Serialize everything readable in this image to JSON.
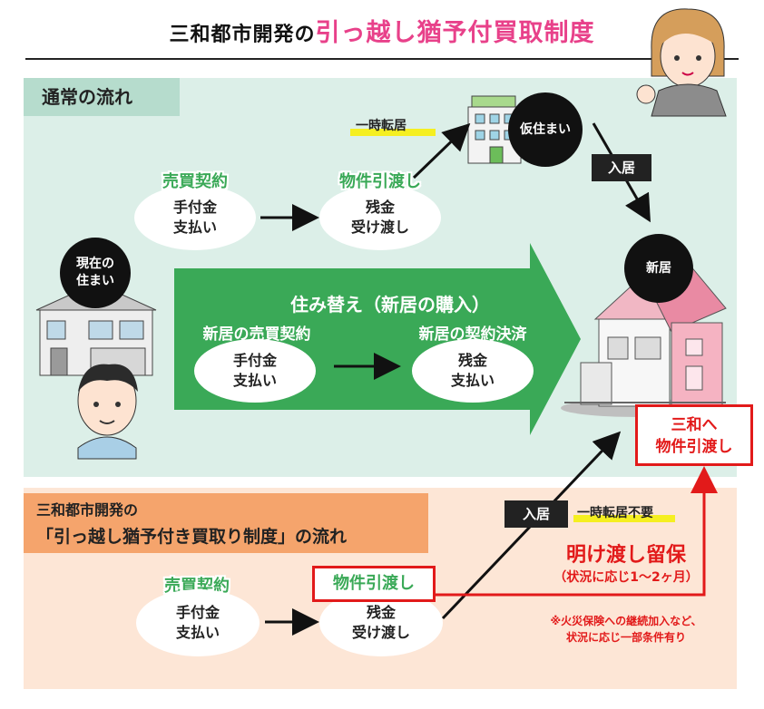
{
  "title": {
    "prefix": "三和都市開発の",
    "emphasis": "引っ越し猶予付買取制度"
  },
  "normal_flow": {
    "heading": "通常の流れ",
    "step1_title": "売買契約",
    "step1_line1": "手付金",
    "step1_line2": "支払い",
    "step2_title": "物件引渡し",
    "step2_line1": "残金",
    "step2_line2": "受け渡し",
    "temp_move_label": "一時転居",
    "temp_home_bubble": "仮住まい",
    "move_in_label": "入居",
    "new_home_bubble": "新居",
    "current_home_line1": "現在の",
    "current_home_line2": "住まい"
  },
  "relocation": {
    "title": "住み替え（新居の購入）",
    "step1_title": "新居の売買契約",
    "step1_line1": "手付金",
    "step1_line2": "支払い",
    "step2_title": "新居の契約決済",
    "step2_line1": "残金",
    "step2_line2": "支払い"
  },
  "handover_box": {
    "line1": "三和へ",
    "line2": "物件引渡し"
  },
  "program_flow": {
    "heading_line1": "三和都市開発の",
    "heading_line2": "「引っ越し猶予付き買取り制度」の流れ",
    "step1_title": "売買契約",
    "step1_line1": "手付金",
    "step1_line2": "支払い",
    "step2_title": "物件引渡し",
    "step2_line1": "残金",
    "step2_line2": "受け渡し",
    "move_in_label": "入居",
    "no_temp_label": "一時転居不要",
    "deferral_title": "明け渡し留保",
    "deferral_sub": "（状況に応じ1〜2ヶ月）",
    "note_line1": "※火災保険への継続加入など、",
    "note_line2": "状況に応じ一部条件有り"
  },
  "colors": {
    "green": "#3aa957",
    "pink": "#e8418a",
    "red": "#e21a1a",
    "mint": "#dcefe8",
    "peach": "#fde6d6",
    "orange": "#f5a46c"
  }
}
